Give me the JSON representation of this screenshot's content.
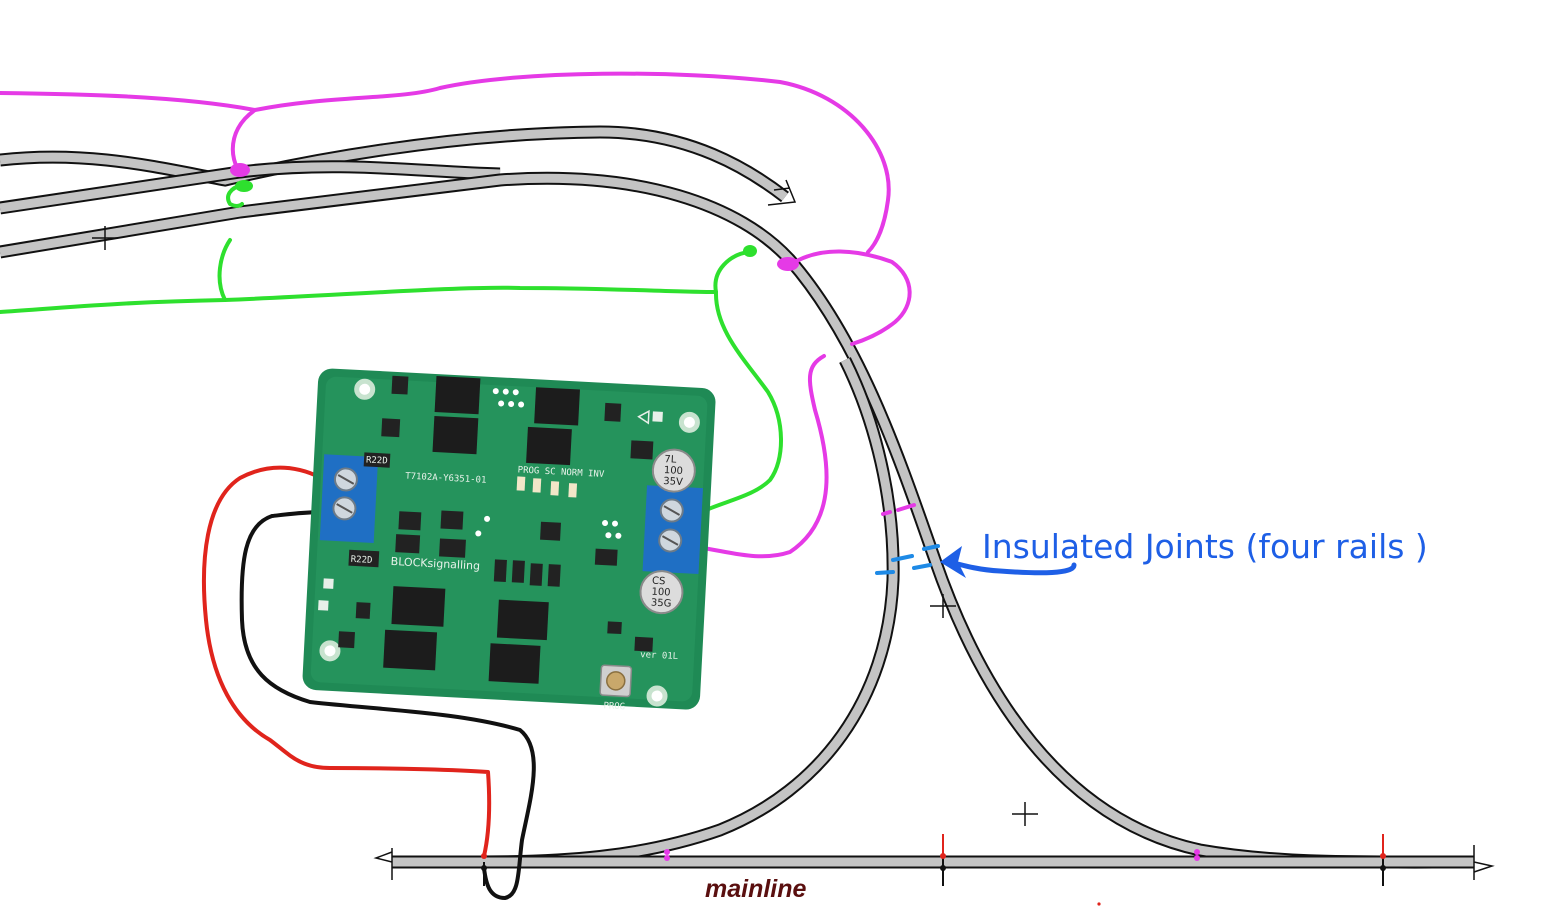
{
  "labels": {
    "insulated_joints": "Insulated Joints (four rails )",
    "mainline": "mainline"
  },
  "board": {
    "name_text": "BLOCKsignalling",
    "pcb_code": "T7102A-Y6351-01",
    "mode_text": "PROG SC NORM INV",
    "version_text": "ver 01L",
    "prog_text": "PROG",
    "resistor_top": "R22D",
    "resistor_bottom": "R22D",
    "cap_top": [
      "7L",
      "100",
      "35V"
    ],
    "cap_bottom": [
      "CS",
      "100",
      "35G"
    ]
  },
  "colors": {
    "feeder_magenta": "#e53ae6",
    "feeder_green": "#2ee02e",
    "feeder_red": "#e0241c",
    "feeder_black": "#111111",
    "annotation_blue": "#1e5fe6",
    "track_fill": "#c4c4c4",
    "pcb_green": "#1f8a55",
    "terminal_blue": "#1f6fc4"
  }
}
